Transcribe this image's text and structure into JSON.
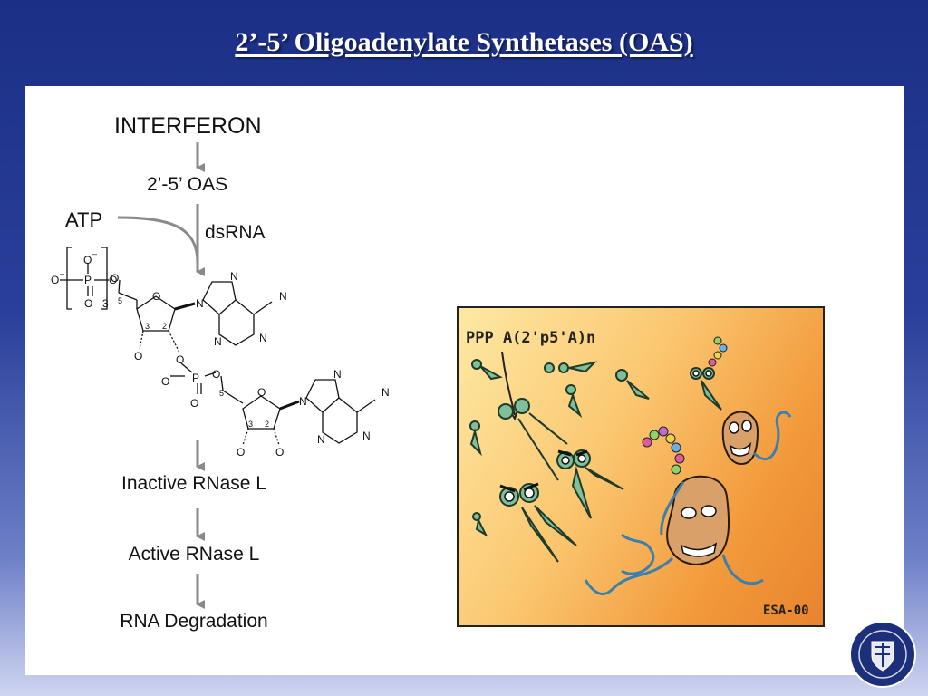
{
  "slide": {
    "title": "2’-5’ Oligoadenylate Synthetases (OAS)"
  },
  "pathway": {
    "interferon": "INTERFERON",
    "oas": "2’-5’ OAS",
    "atp": "ATP",
    "dsrna": "dsRNA",
    "inactive_rnase": "Inactive RNase L",
    "active_rnase": "Active RNase L",
    "degradation": "RNA Degradation"
  },
  "structure": {
    "atoms": {
      "O": "O",
      "P": "P",
      "N": "N",
      "repeat": "3",
      "c5": "5",
      "c3": "3",
      "c2": "2",
      "minus": "–"
    }
  },
  "cartoon": {
    "caption": "PPP A(2'p5'A)n",
    "signature": "ESA-00"
  },
  "colors": {
    "header_bg": "#1b2f86",
    "cartoon_orange": "#f29a3b",
    "arrow_gray": "#8a8a8a",
    "scissors_green": "#7fbf9a"
  }
}
